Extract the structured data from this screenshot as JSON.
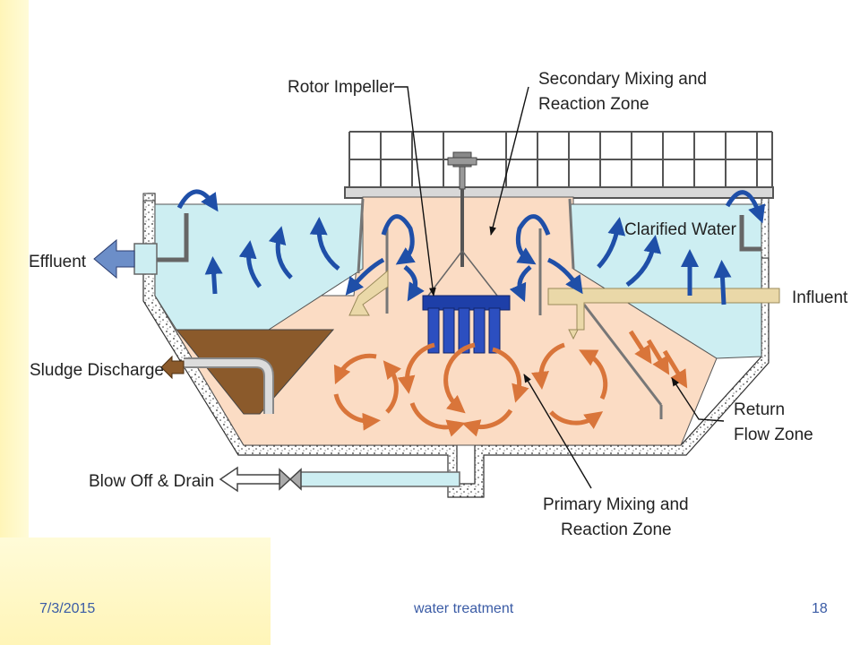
{
  "labels": {
    "rotor_impeller": "Rotor Impeller",
    "secondary_line1": "Secondary Mixing and",
    "secondary_line2": "Reaction Zone",
    "clarified_water": "Clarified Water",
    "effluent": "Effluent",
    "influent": "Influent",
    "sludge_discharge": "Sludge Discharge",
    "return_line1": "Return",
    "return_line2": "Flow Zone",
    "blow_off": "Blow Off & Drain",
    "primary_line1": "Primary Mixing and",
    "primary_line2": "Reaction Zone"
  },
  "footer": {
    "date": "7/3/2015",
    "title": "water treatment",
    "page": "18"
  },
  "colors": {
    "clarified_water": "#cdeef2",
    "mixing_zone": "#fbdcc4",
    "sludge": "#8b5a2b",
    "flow_arrow_blue": "#1f4fa8",
    "flow_arrow_orange": "#d9753a",
    "impeller": "#2c4fc0",
    "influent_pipe": "#ead8a8",
    "footer_text": "#3a5ba5"
  }
}
